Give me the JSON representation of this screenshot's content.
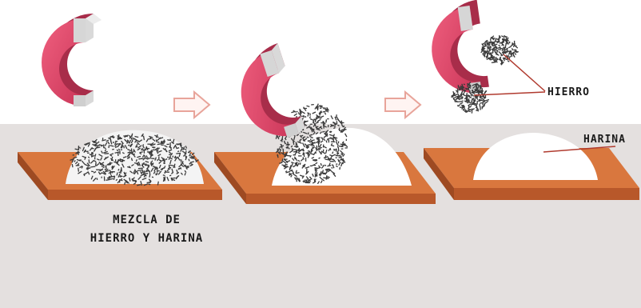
{
  "labels": {
    "mixture_line1": "MEZCLA DE",
    "mixture_line2": "HIERRO Y HARINA",
    "iron": "HIERRO",
    "flour": "HARINA"
  },
  "colors": {
    "background_top": "#ffffff",
    "background_bottom": "#e4e0df",
    "magnet": "#e0456b",
    "magnet_tips": "#c9c9c9",
    "plate_top": "#d9773e",
    "plate_edge": "#b8582a",
    "flour": "#ffffff",
    "iron_filings": "#3a3a3a",
    "arrow_outline": "#e8a49a",
    "pointer_line": "#b03a2e"
  },
  "icons": [
    "magnet-icon",
    "arrow-right-icon",
    "iron-filings",
    "flour-pile",
    "tray"
  ]
}
